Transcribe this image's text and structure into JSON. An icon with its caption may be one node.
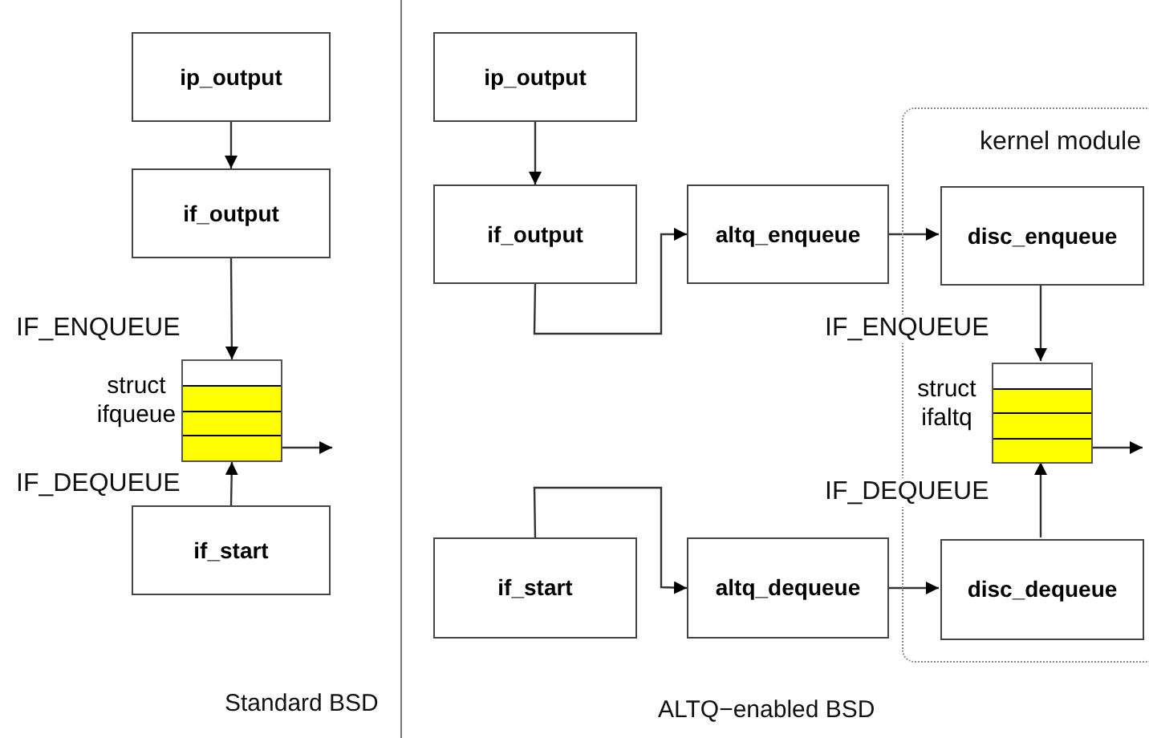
{
  "diagram": {
    "nodes": [
      {
        "text": [
          "ip_output"
        ]
      },
      {
        "text": [
          "if_output"
        ]
      },
      {
        "text": [],
        "shape": "box",
        "beside": [
          "struct ifqueue"
        ]
      },
      {
        "text": [
          "if_start"
        ]
      },
      {
        "text": [
          "ip_output"
        ]
      },
      {
        "text": [
          "if_output"
        ]
      },
      {
        "text": [
          "altq_enqueue"
        ]
      },
      {
        "text": [
          "kernel module"
        ]
      },
      {
        "text": [
          "disc_enqueue"
        ],
        "in": 7
      },
      {
        "text": [],
        "shape": "box",
        "beside": [
          "struct ifaltq"
        ],
        "in": 7
      },
      {
        "text": [
          "if_start"
        ]
      },
      {
        "text": [
          "altq_dequeue"
        ]
      },
      {
        "text": [
          "disc_dequeue"
        ],
        "in": 7
      }
    ],
    "edges": [
      {
        "from": 0,
        "to": 1,
        "arrow": "to"
      },
      {
        "from": 1,
        "to": 2,
        "arrow": "to",
        "label": "IF_ENQUEUE"
      },
      {
        "from": 3,
        "to": 2,
        "arrow": "to",
        "label": "IF_DEQUEUE"
      },
      {
        "from": 2,
        "to": null,
        "arrow": "to"
      },
      {
        "from": 4,
        "to": 5,
        "arrow": "to"
      },
      {
        "from": 5,
        "to": 6,
        "arrow": "to"
      },
      {
        "from": 6,
        "to": 8,
        "arrow": "to"
      },
      {
        "from": 8,
        "to": 9,
        "arrow": "to",
        "label": "IF_ENQUEUE"
      },
      {
        "from": 12,
        "to": 9,
        "arrow": "to",
        "label": "IF_DEQUEUE"
      },
      {
        "from": 9,
        "to": null,
        "arrow": "to"
      },
      {
        "from": 10,
        "to": 11,
        "arrow": "to"
      },
      {
        "from": 11,
        "to": 12,
        "arrow": "to"
      }
    ],
    "labels": [
      "Standard BSD",
      "ALTQ−enabled BSD"
    ]
  }
}
